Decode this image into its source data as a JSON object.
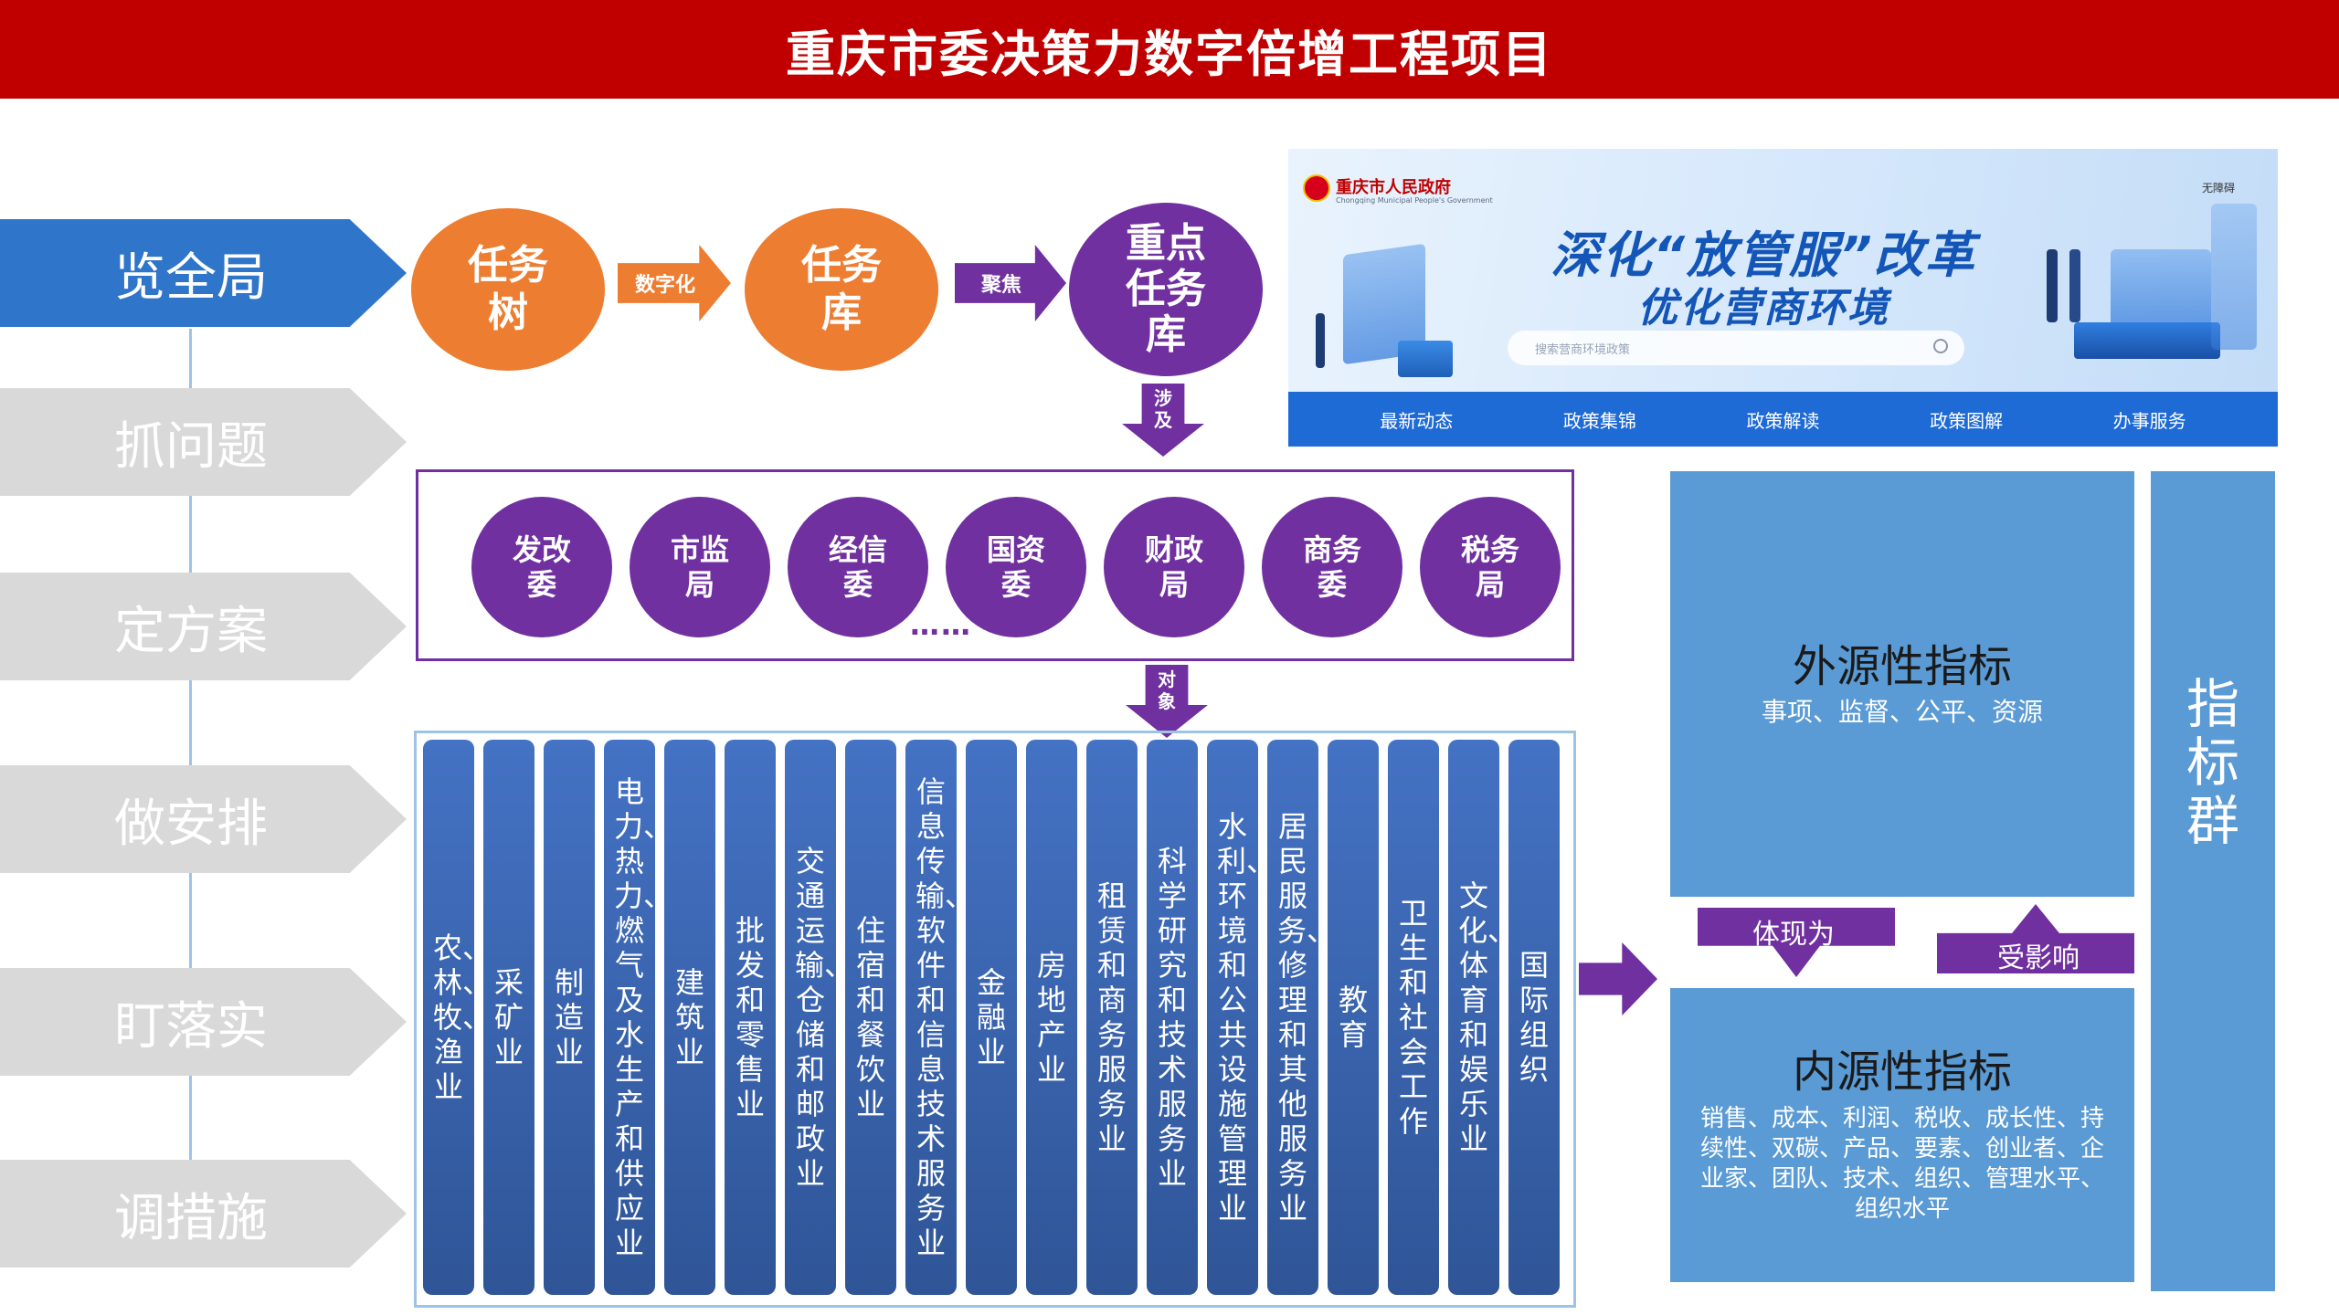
{
  "title": "重庆市委决策力数字倍增工程项目",
  "steps": [
    "览全局",
    "抓问题",
    "定方案",
    "做安排",
    "盯落实",
    "调措施"
  ],
  "flow": {
    "task_tree": "任务\n树",
    "arrow_digitize": "数字化",
    "task_library": "任务\n库",
    "arrow_focus": "聚焦",
    "key_task_library": "重点\n任务\n库",
    "arrow_involve": "涉\n及",
    "arrow_object": "对\n象"
  },
  "departments": [
    "发改\n委",
    "市监\n局",
    "经信\n委",
    "国资\n委",
    "财政\n局",
    "商务\n委",
    "税务\n局"
  ],
  "departments_more": "……",
  "industries": [
    "农、林、牧、渔业",
    "采矿业",
    "制造业",
    "电力、热力、燃气及水生产和供应业",
    "建筑业",
    "批发和零售业",
    "交通运输、仓储和邮政业",
    "住宿和餐饮业",
    "信息传输、软件和信息技术服务业",
    "金融业",
    "房地产业",
    "租赁和商务服务业",
    "科学研究和技术服务业",
    "水利、环境和公共设施管理业",
    "居民服务、修理和其他服务业",
    "教育",
    "卫生和社会工作",
    "文化、体育和娱乐业",
    "国际组织"
  ],
  "indicators": {
    "external_title": "外源性指标",
    "external_items": "事项、监督、公平、资源",
    "internal_title": "内源性指标",
    "internal_items": "销售、成本、利润、税收、成长性、持续性、双碳、产品、要素、创业者、企业家、团队、技术、组织、管理水平、组织水平",
    "arrow_reflects": "体现为",
    "arrow_influenced": "受影响",
    "group": "指标群"
  },
  "gov_banner": {
    "site_name": "重庆市人民政府",
    "site_name_en": "Chongqing Municipal People's Government",
    "corner": "无障碍",
    "slogan_line1": "深化“放管服”改革",
    "slogan_line2": "优化营商环境",
    "search_placeholder": "搜索营商环境政策",
    "nav": [
      "最新动态",
      "政策集锦",
      "政策解读",
      "政策图解",
      "办事服务"
    ]
  },
  "colors": {
    "title_bar": "#c00000",
    "step_active": "#2f75c9",
    "step_inactive": "#d9d9d9",
    "orange": "#ed7d31",
    "purple": "#7030a0",
    "industry_blue": "#4472c4",
    "indicator_blue": "#5b9bd5"
  }
}
